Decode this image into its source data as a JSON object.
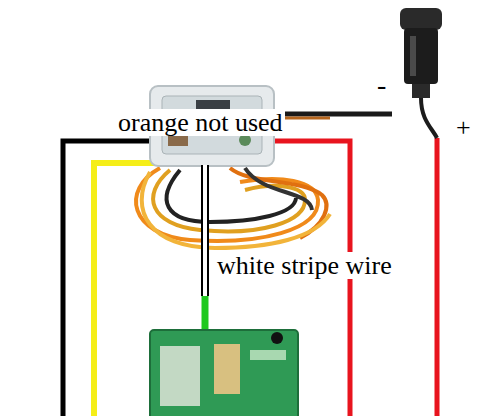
{
  "diagram": {
    "labels": [
      "orange not used",
      "-",
      "+",
      "white stripe wire"
    ]
  }
}
